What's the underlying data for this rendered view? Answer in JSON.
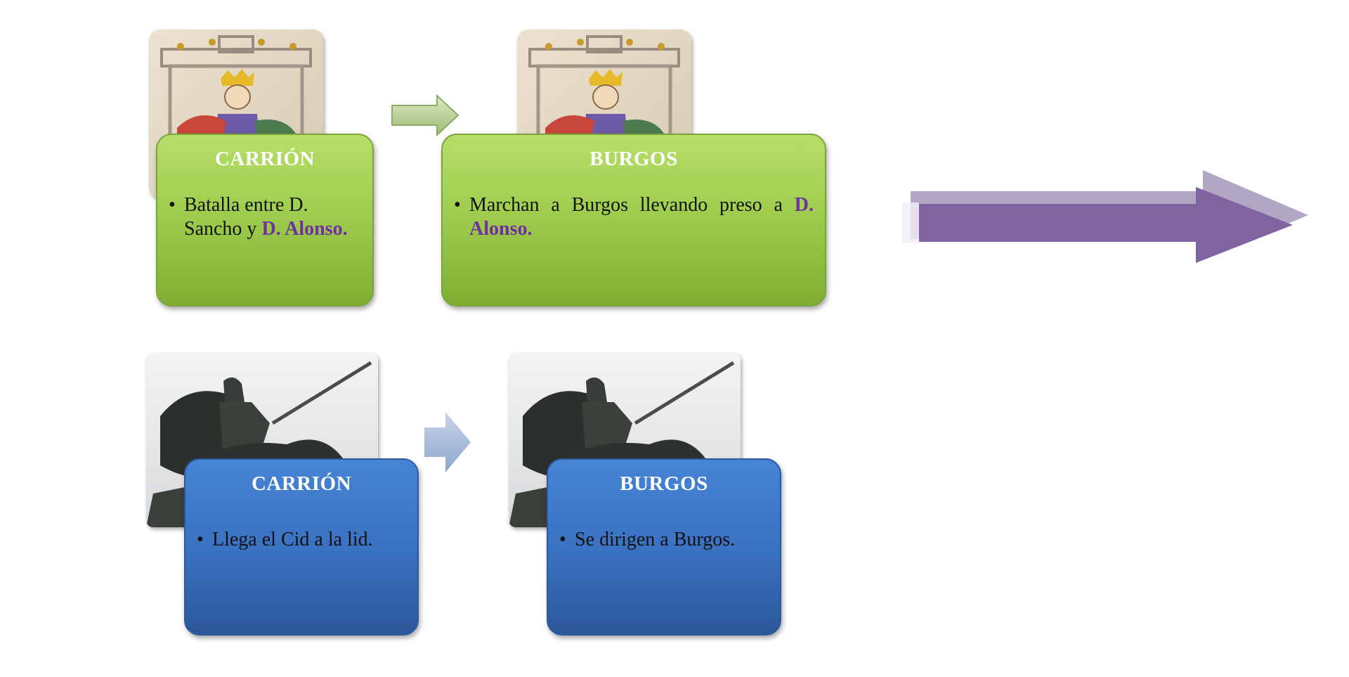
{
  "top_row": {
    "left_box": {
      "title": "CARRIÓN",
      "text_plain": "Batalla entre D. Sancho y ",
      "text_highlight": "D. Alonso."
    },
    "right_box": {
      "title": "BURGOS",
      "text_plain": "Marchan a Burgos llevando preso a ",
      "text_highlight": "D. Alonso."
    }
  },
  "bottom_row": {
    "left_box": {
      "title": "CARRIÓN",
      "text": "Llega el Cid a la lid."
    },
    "right_box": {
      "title": "BURGOS",
      "text": "Se dirigen a Burgos."
    }
  },
  "bullet_symbol": "•",
  "colors": {
    "green_box": "#9fce4e",
    "blue_box": "#3a70c0",
    "highlight": "#7030a0",
    "big_arrow": "#8064a2"
  }
}
